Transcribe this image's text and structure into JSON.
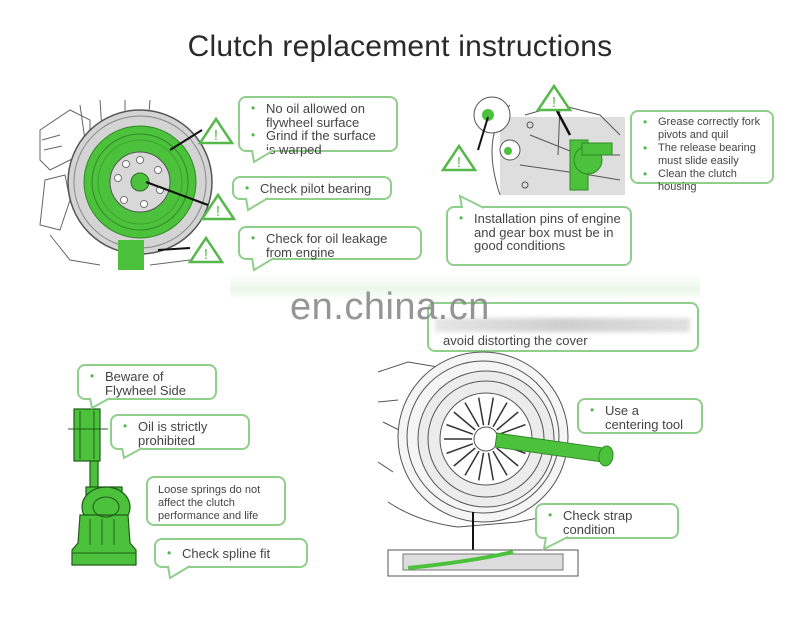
{
  "title": "Clutch replacement instructions",
  "watermark": "en.china.cn",
  "colors": {
    "accent_green": "#5cc94a",
    "bubble_border": "#8fcf8a",
    "text": "#444444"
  },
  "panels": {
    "flywheel": {
      "notes": [
        {
          "items": [
            "No oil allowed on flywheel surface",
            "Grind if the surface is warped"
          ]
        },
        {
          "items": [
            "Check pilot bearing"
          ]
        },
        {
          "items": [
            "Check for oil leakage from engine"
          ]
        }
      ]
    },
    "housing": {
      "notes": [
        {
          "items": [
            "Grease correctly fork pivots and quil",
            "The release bearing must slide easily",
            "Clean the clutch housing"
          ]
        },
        {
          "items": [
            "Installation pins of engine and gear box must be in good conditions"
          ]
        }
      ]
    },
    "cover": {
      "note_partial": "avoid distorting the cover"
    },
    "disc": {
      "notes": [
        {
          "items": [
            "Beware of Flywheel Side"
          ]
        },
        {
          "items": [
            "Oil is strictly prohibited"
          ]
        },
        {
          "plain": "Loose springs do not affect the clutch performance and life"
        },
        {
          "items": [
            "Check spline fit"
          ]
        }
      ]
    },
    "centering": {
      "notes": [
        {
          "items": [
            "Use a centering tool"
          ]
        },
        {
          "items": [
            "Check strap condition"
          ]
        }
      ]
    }
  },
  "icons": [
    "warning-triangle-icon"
  ]
}
